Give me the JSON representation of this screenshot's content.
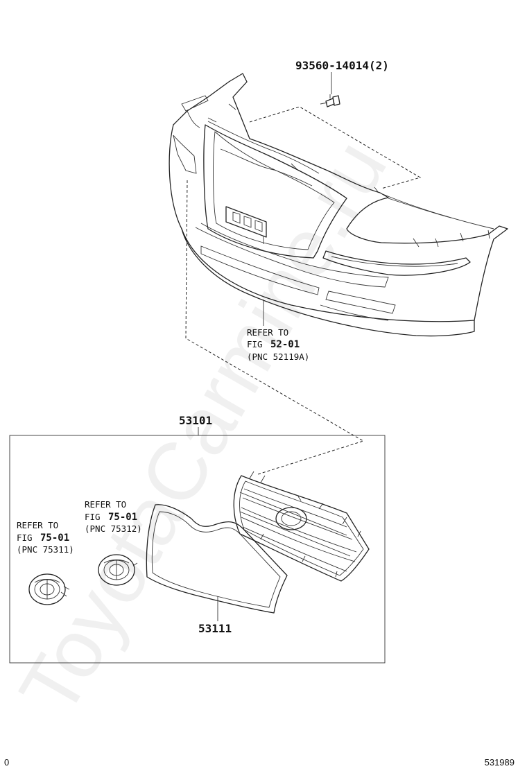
{
  "watermark": "ToyotaCarmine.ru",
  "parts": {
    "bolt": "93560-14014(2)",
    "grille_assembly": "53101",
    "grille_seal": "53111"
  },
  "bumper_ref": {
    "line1": "REFER TO",
    "fig_prefix": "FIG",
    "fig": "52-01",
    "pnc": "(PNC 52119A)"
  },
  "emblem_upper_ref": {
    "line1": "REFER TO",
    "fig_prefix": "FIG",
    "fig": "75-01",
    "pnc": "(PNC 75312)"
  },
  "emblem_lower_ref": {
    "line1": "REFER TO",
    "fig_prefix": "FIG",
    "fig": "75-01",
    "pnc": "(PNC 75311)"
  },
  "footer": {
    "left": "0",
    "right": "531989"
  }
}
